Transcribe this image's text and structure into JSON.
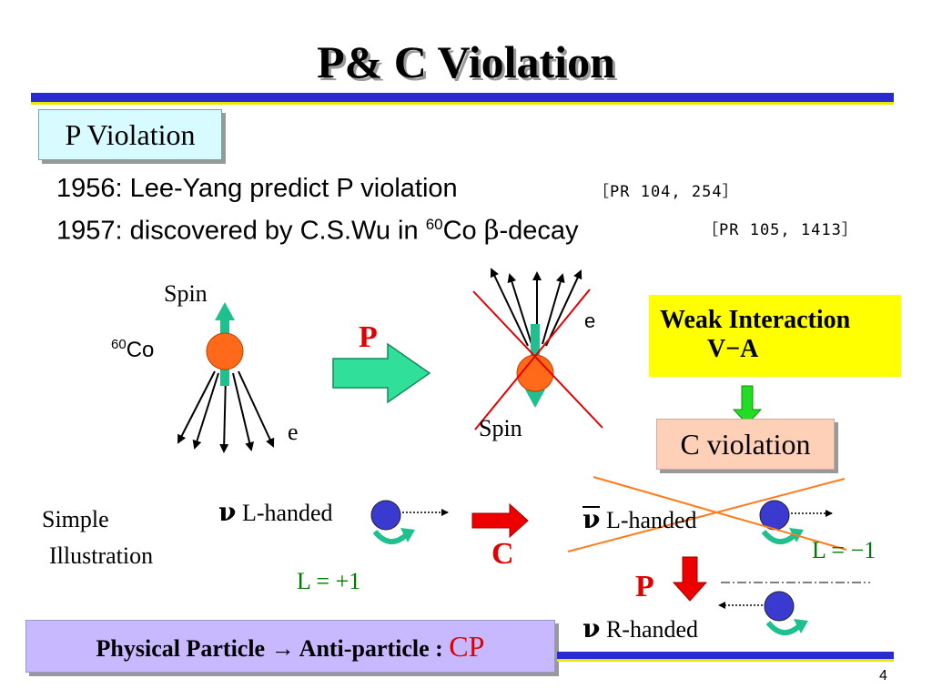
{
  "title": "P& C Violation",
  "p_violation_box": "P Violation",
  "history": [
    {
      "pre": "1956: Lee-Yang predict P violation",
      "sup": "",
      "post": "",
      "greek": "",
      "tail": "",
      "ref": "［PR 104, 254］"
    },
    {
      "pre": "1957: discovered by C.S.Wu in ",
      "sup": "60",
      "post": "Co ",
      "greek": "β",
      "tail": "-decay",
      "ref": "［PR 105, 1413］"
    }
  ],
  "left_diagram": {
    "spin_label": "Spin",
    "isotope_sup": "60",
    "isotope": "Co",
    "electron_label": "e"
  },
  "p_arrow_label": "P",
  "right_diagram": {
    "spin_label": "Spin",
    "electron_label": "e"
  },
  "weak_box": {
    "line1": "Weak Interaction",
    "line2": "V−A"
  },
  "c_violation_box": "C violation",
  "simple_illustration": {
    "line1": "Simple",
    "line2": "Illustration"
  },
  "nu_left": {
    "symbol": "ν",
    "label": " L-handed",
    "helicity": "L = +1"
  },
  "c_arrow_label": "C",
  "antinu": {
    "symbol": "ν",
    "label": " L-handed",
    "helicity": "L = −1"
  },
  "p_arrow2_label": "P",
  "nu_right": {
    "symbol": "ν",
    "label": " R-handed"
  },
  "cp_box": {
    "text": "Physical Particle → Anti-particle : ",
    "highlight": "CP"
  },
  "page_number": "4",
  "colors": {
    "rule_blue": "#2a2ad0",
    "rule_yellow": "#e8e800",
    "nucleus": "#ff6a1a",
    "spin_arrow": "#1fbf8f",
    "particle": "#3a3ad0",
    "red": "#e00000",
    "green_arrow": "#22dd22",
    "weak_bg": "#ffff00"
  }
}
